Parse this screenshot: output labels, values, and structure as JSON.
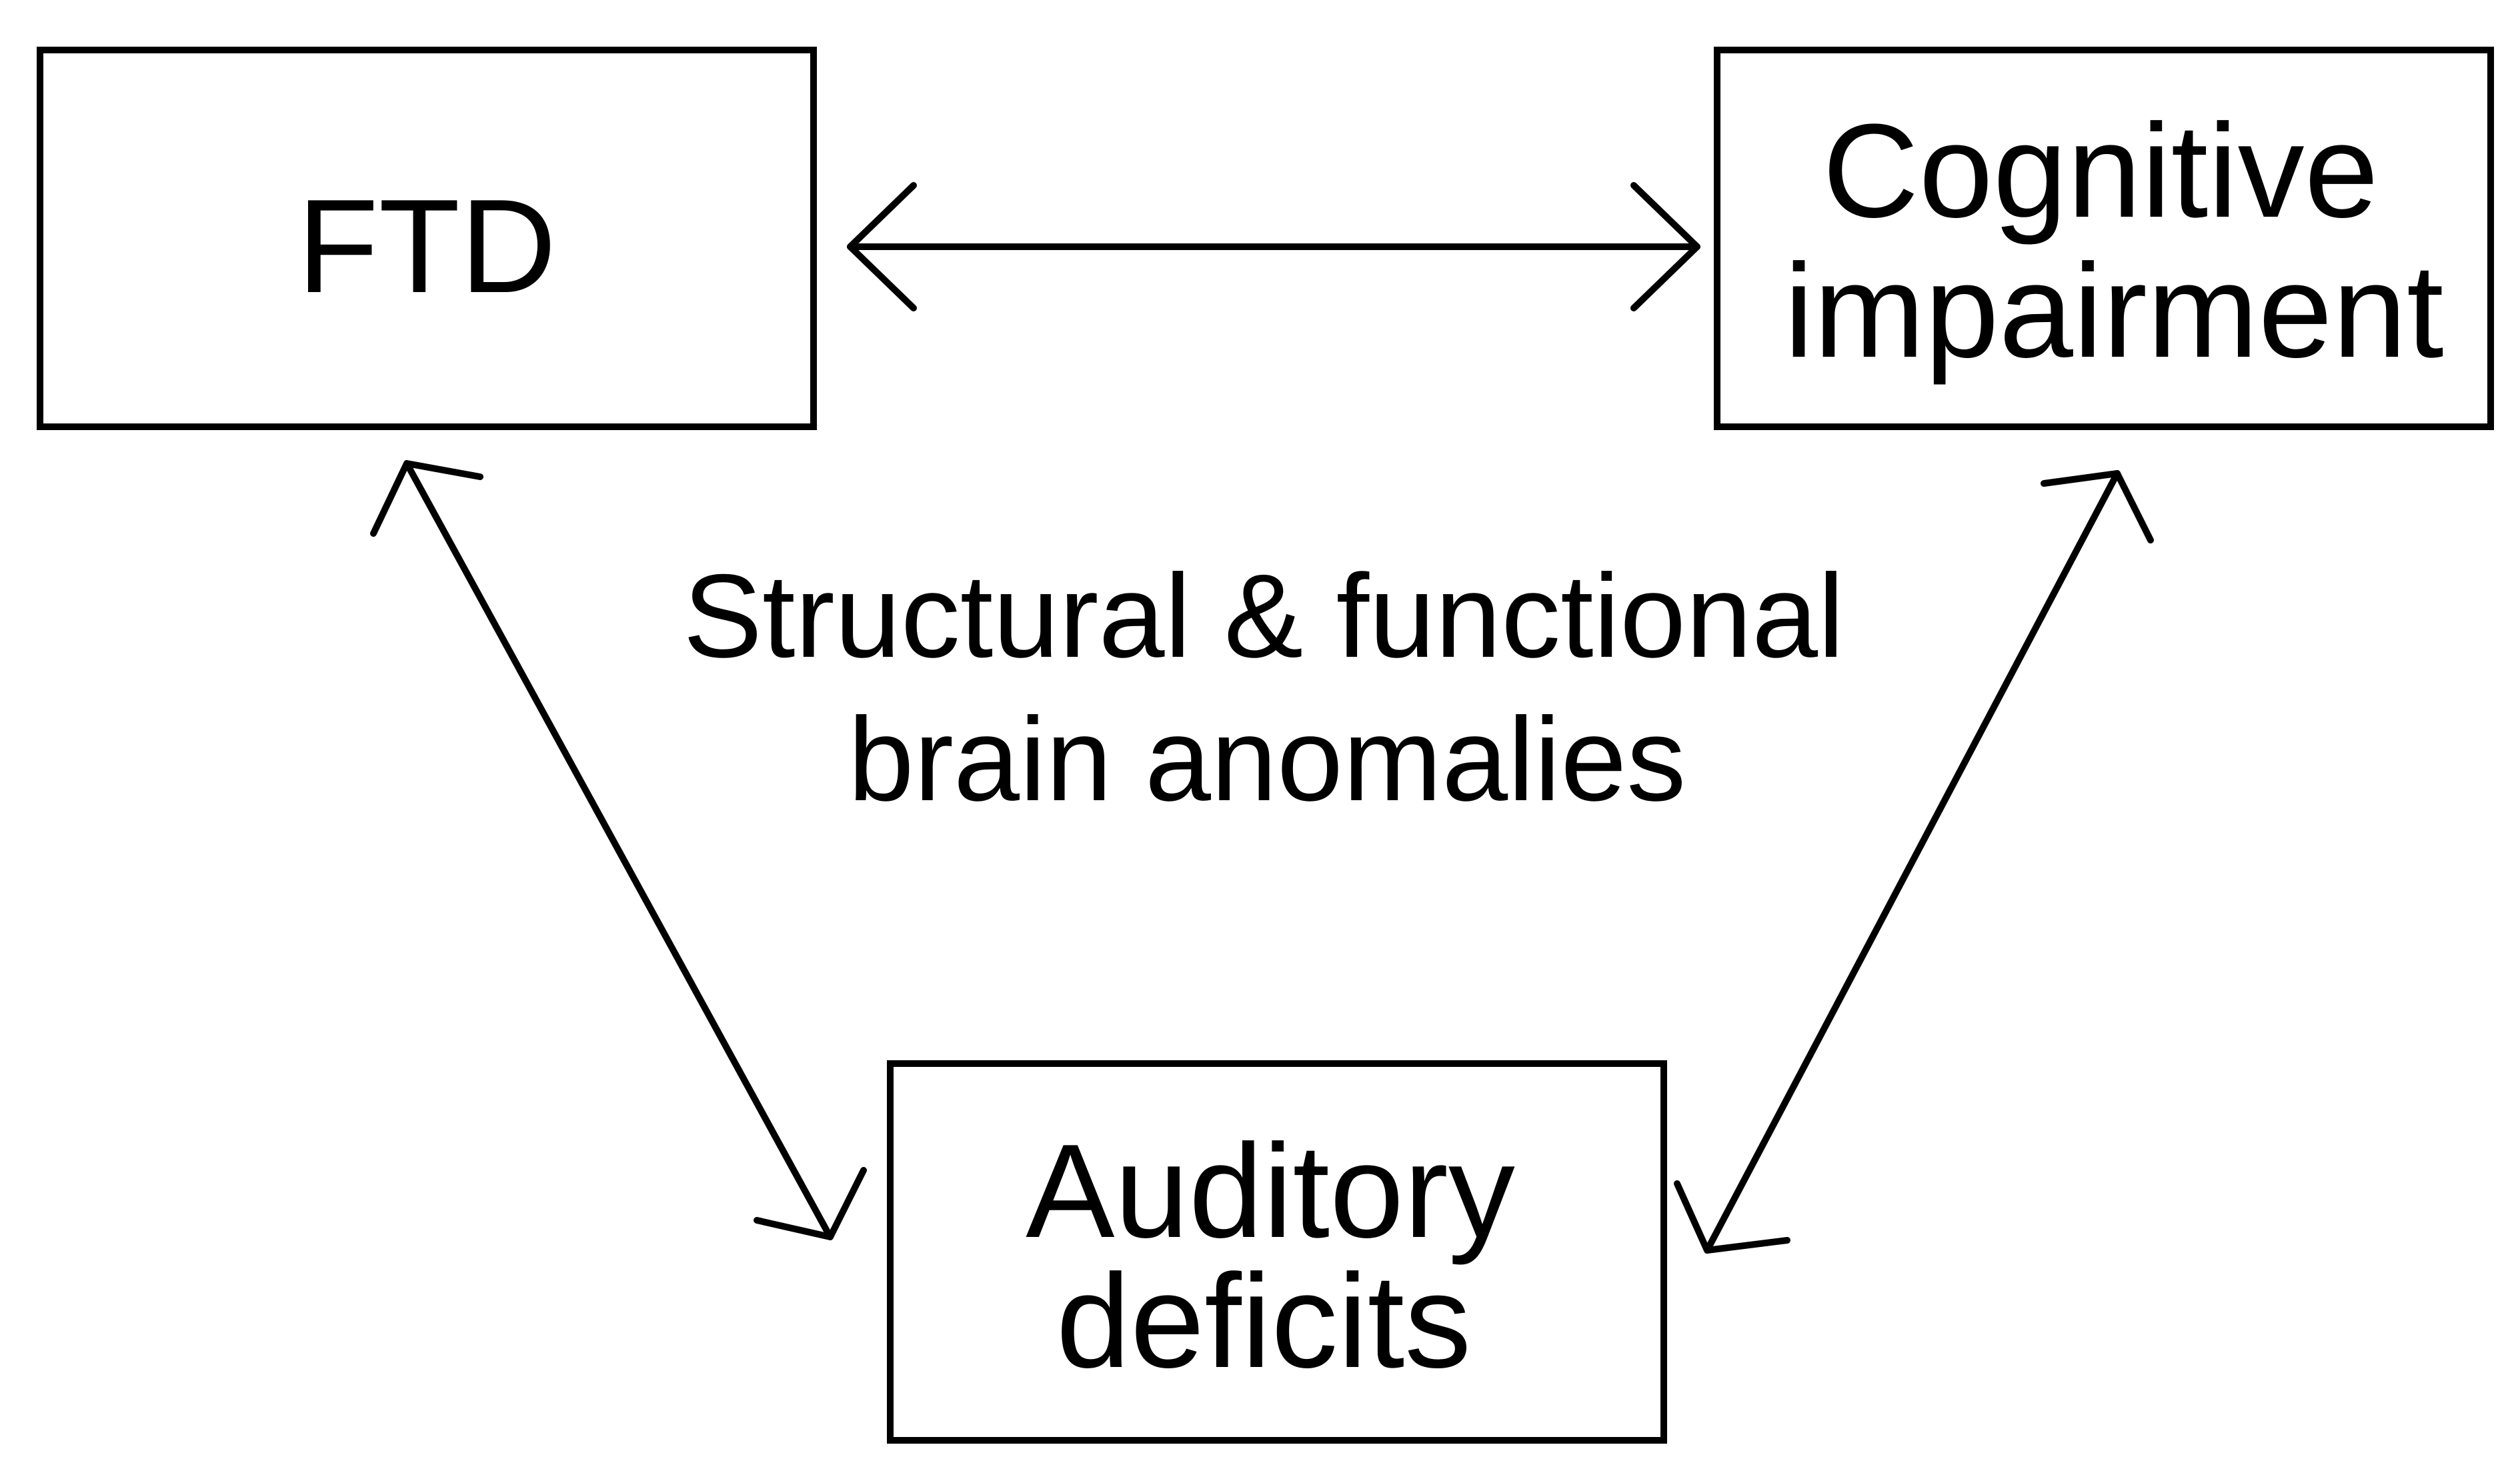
{
  "nodes": {
    "ftd": {
      "lines": [
        "FTD"
      ]
    },
    "cognitive": {
      "lines": [
        "Cognitive",
        "impairment"
      ]
    },
    "auditory": {
      "lines": [
        "Auditory",
        "deficits"
      ]
    }
  },
  "center_label": {
    "lines": [
      "Structural & functional",
      "brain anomalies"
    ]
  },
  "edges": [
    {
      "from": "ftd",
      "to": "cognitive",
      "direction": "bidirectional"
    },
    {
      "from": "ftd",
      "to": "auditory",
      "direction": "bidirectional"
    },
    {
      "from": "cognitive",
      "to": "auditory",
      "direction": "bidirectional"
    }
  ],
  "colors": {
    "stroke": "#000000",
    "background": "#ffffff",
    "text": "#000000"
  }
}
